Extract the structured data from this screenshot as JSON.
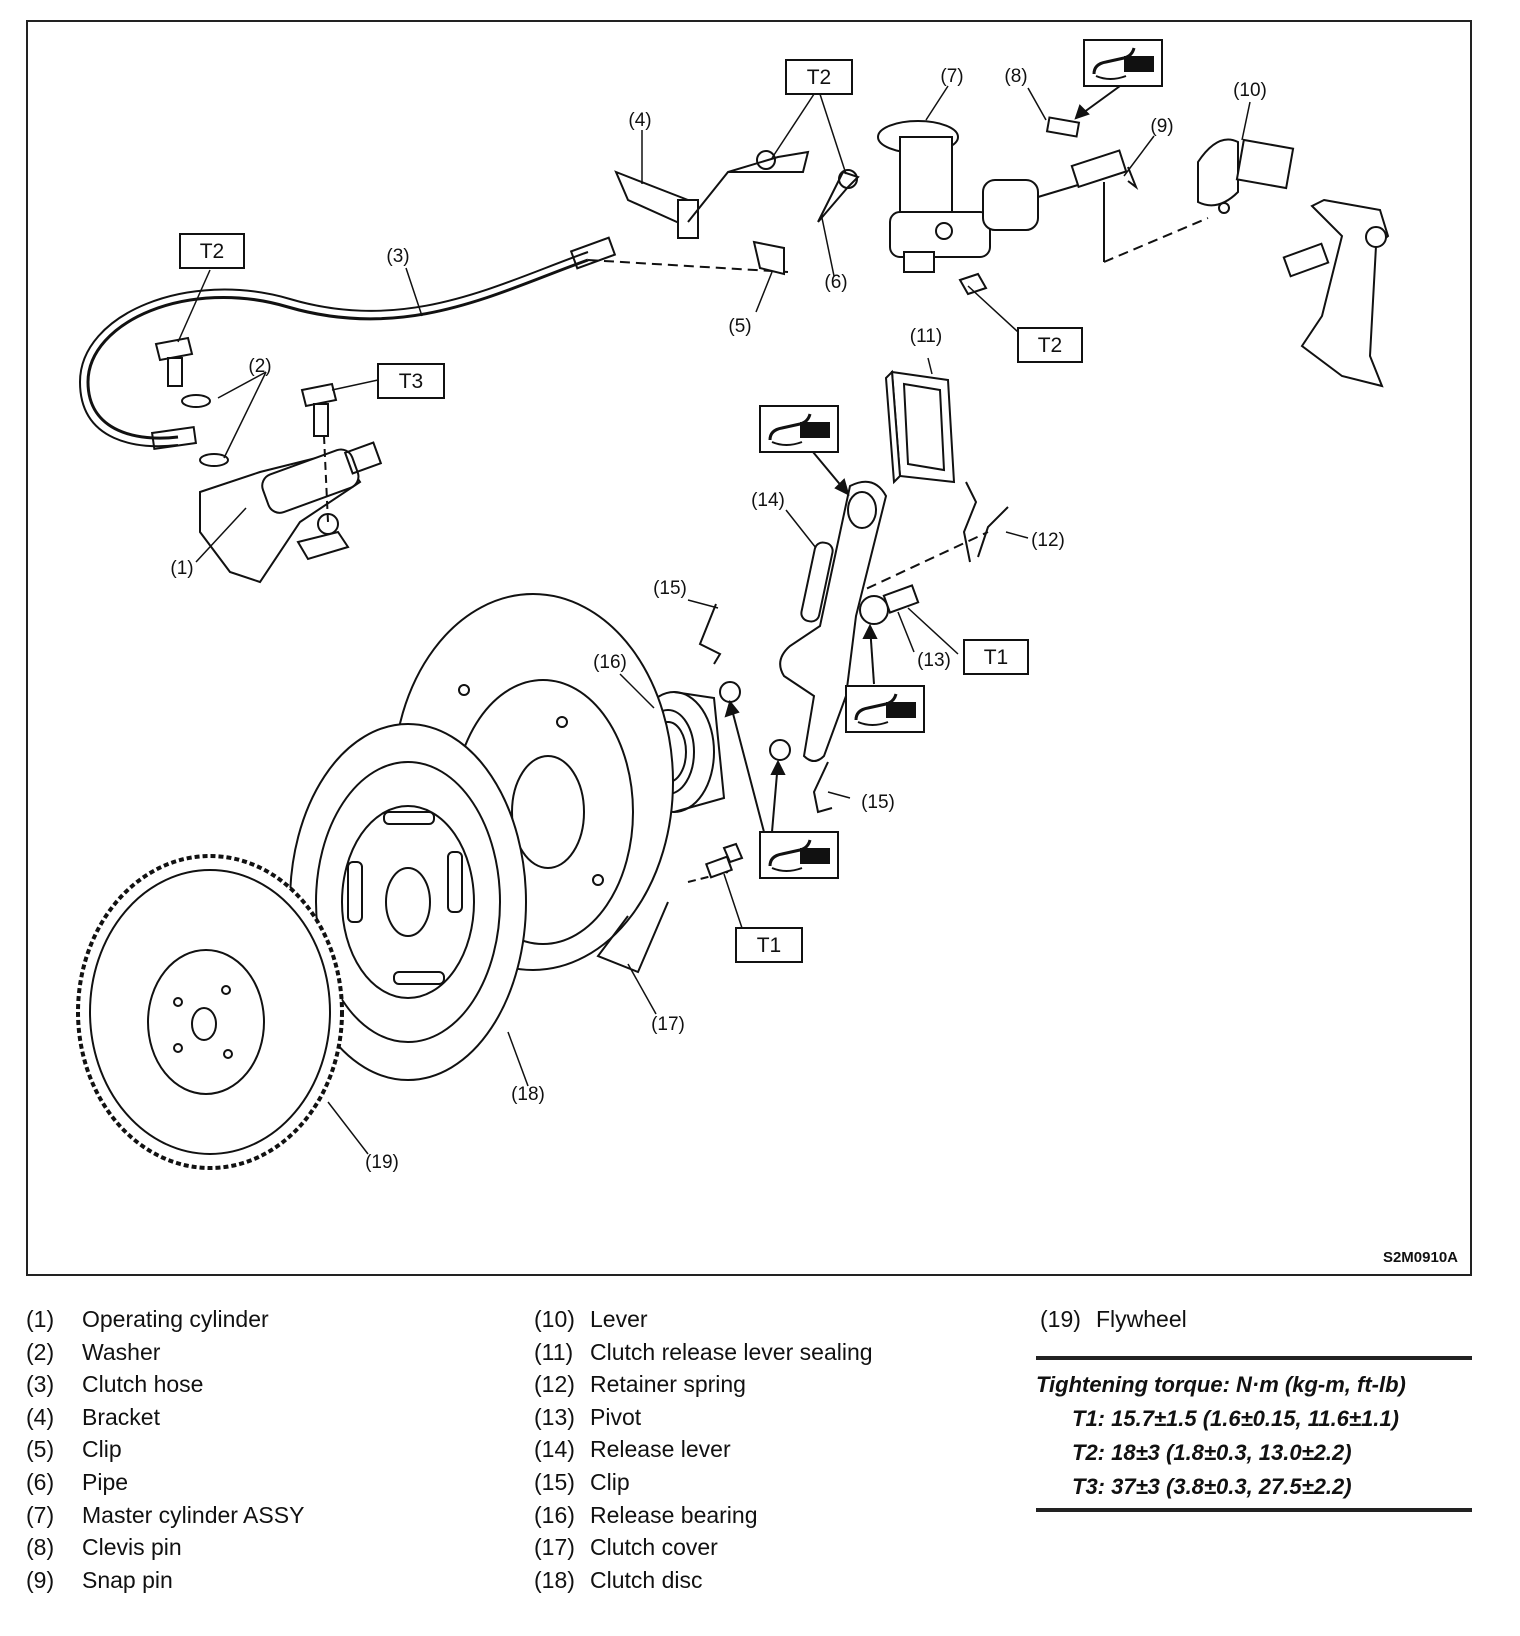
{
  "diagram": {
    "figure_code": "S2M0910A",
    "callouts": {
      "c1": "(1)",
      "c2": "(2)",
      "c3": "(3)",
      "c4": "(4)",
      "c5": "(5)",
      "c6": "(6)",
      "c7": "(7)",
      "c8": "(8)",
      "c9": "(9)",
      "c10": "(10)",
      "c11": "(11)",
      "c12": "(12)",
      "c13": "(13)",
      "c14": "(14)",
      "c15a": "(15)",
      "c15b": "(15)",
      "c16": "(16)",
      "c17": "(17)",
      "c18": "(18)",
      "c19": "(19)"
    },
    "torque_tags": {
      "t2_hose": "T2",
      "t3_cyl": "T3",
      "t2_pipe": "T2",
      "t2_nut": "T2",
      "t1_pivot": "T1",
      "t1_cover": "T1"
    },
    "grease_icons": [
      "grease-symbol",
      "grease-symbol",
      "grease-symbol",
      "grease-symbol"
    ]
  },
  "legend": {
    "col1": [
      {
        "num": "(1)",
        "name": "Operating cylinder"
      },
      {
        "num": "(2)",
        "name": "Washer"
      },
      {
        "num": "(3)",
        "name": "Clutch hose"
      },
      {
        "num": "(4)",
        "name": "Bracket"
      },
      {
        "num": "(5)",
        "name": "Clip"
      },
      {
        "num": "(6)",
        "name": "Pipe"
      },
      {
        "num": "(7)",
        "name": "Master cylinder ASSY"
      },
      {
        "num": "(8)",
        "name": "Clevis pin"
      },
      {
        "num": "(9)",
        "name": "Snap pin"
      }
    ],
    "col2": [
      {
        "num": "(10)",
        "name": "Lever"
      },
      {
        "num": "(11)",
        "name": "Clutch release lever sealing"
      },
      {
        "num": "(12)",
        "name": "Retainer spring"
      },
      {
        "num": "(13)",
        "name": "Pivot"
      },
      {
        "num": "(14)",
        "name": "Release lever"
      },
      {
        "num": "(15)",
        "name": "Clip"
      },
      {
        "num": "(16)",
        "name": "Release bearing"
      },
      {
        "num": "(17)",
        "name": "Clutch cover"
      },
      {
        "num": "(18)",
        "name": "Clutch disc"
      }
    ],
    "col3": [
      {
        "num": "(19)",
        "name": "Flywheel"
      }
    ]
  },
  "torque": {
    "title": "Tightening torque: N·m (kg-m, ft-lb)",
    "t1": "T1: 15.7±1.5 (1.6±0.15, 11.6±1.1)",
    "t2": "T2: 18±3 (1.8±0.3, 13.0±2.2)",
    "t3": "T3: 37±3 (3.8±0.3, 27.5±2.2)"
  }
}
